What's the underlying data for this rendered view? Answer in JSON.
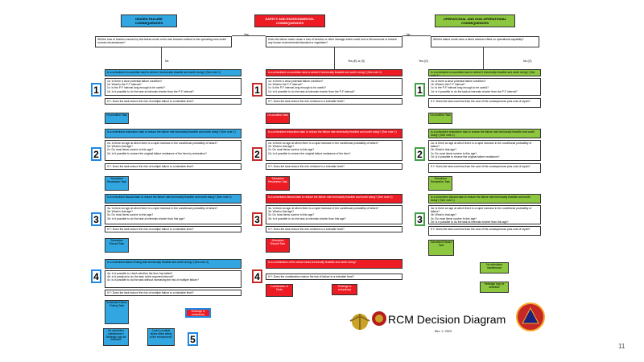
{
  "columns": {
    "blue": {
      "header": "HIDDEN FAILURE\nCONSEQUENCES",
      "question": "Will the loss of function caused by this failure mode on its own become evident to the operating crew under normal circumstances?",
      "q1": "Is a scheduled on-condition task to detect it technically feasible and worth doing? (See note 1)",
      "q1_detail": "1a: Is there a clear potential failure condition?\n1b: What is the P-F interval?\n1c: Is the P-F interval long enough to be useful?\n1d: Is it possible to do the task at intervals shorter than the P-F interval?",
      "q1_cost": "If Y: Does the task reduce the risk of multiple failure to a tolerable level?",
      "task1": "On-condition Task",
      "q2": "Is a scheduled restoration task to reduce the failure rate technically feasible and worth doing? (See note 1)",
      "q2_detail": "2a: Is there an age at which there is a rapid increase in the conditional probability of failure?\n2b: What is that age?\n2c: Do most items survive to this age?\n2d: Is it possible to restore the original failure resistance of the item by restoration?",
      "q2_cost": "If Y: Does the task reduce the risk of multiple failure to a tolerable level?",
      "task2": "Scheduled Restoration Task",
      "q3": "Is a scheduled discard task to reduce the failure rate technically feasible and worth doing? (See note 1)",
      "q3_detail": "3a: Is there an age at which there is a rapid increase in the conditional probability of failure?\n3b: What is that age?\n3c: Do most items survive to this age?\n3d: Is it possible to do the task at intervals shorter than this age?",
      "q3_cost": "If Y: Does the task reduce the risk of multiple failure to a tolerable level?",
      "task3": "Scheduled Discard Task",
      "q4": "Is a scheduled failure finding task technically feasible and worth doing? (See note 2)",
      "q4_detail": "4a: Is it possible to check whether the item has failed?\n4b: Is it practical to do the task at the required interval?\n4c: Is it possible to do the task without increasing the risk of multiple failure?",
      "q4_cost": "If Y: Does the task reduce the risk of multiple failure to a tolerable level?",
      "task4": "Scheduled Failure Finding Task",
      "redesign": "Redesign is compulsory",
      "no_sched": "No scheduled maintenance / Redesign may be desirable",
      "combination": "Could a multiple failure affect safety or the environment?"
    },
    "red": {
      "header": "SAFETY AND ENVIRONMENTAL\nCONSEQUENCES",
      "question": "Does the failure mode cause a loss of function or other damage which could hurt or kill someone or breach any known environmental standard or regulation?",
      "q1": "Is a scheduled on-condition task to detect it technically feasible and worth doing? (See note 1)",
      "q1_detail": "1a: Is there a clear potential failure condition?\n1b: What is the P-F interval?\n1c: Is the P-F interval long enough to be useful?\n1d: Is it possible to do the task at intervals shorter than the P-F interval?",
      "q1_cost": "If Y: Does the task reduce the risk of failure to a tolerable level?",
      "task1": "On-condition Task",
      "q2": "Is a scheduled restoration task to reduce the failure rate technically feasible and worth doing? (See note 1)",
      "q2_detail": "2a: Is there an age at which there is a rapid increase in the conditional probability of failure?\n2b: What is that age?\n2c: Do most items survive to this age?\n2d: Is it possible to restore the original failure resistance of the item?",
      "q2_cost": "If Y: Does the task reduce the risk of failure to a tolerable level?",
      "task2": "Scheduled Restoration Task",
      "q3": "Is a scheduled discard task to reduce the failure rate technically feasible and worth doing? (See note 1)",
      "q3_detail": "3a: Is there an age at which there is a rapid increase in the conditional probability of failure?\n3b: What is that age?\n3c: Do most items survive to this age?\n3d: Is it possible to do the task at intervals shorter than this age?",
      "q3_cost": "If Y: Does the task reduce the risk of failure to a tolerable level?",
      "task3": "Scheduled Discard Task",
      "q4": "Is a combination of the above tasks technically feasible and worth doing?",
      "q4_cost": "If Y: Does the combination reduce the risk of failure to a tolerable level?",
      "task4": "Combination of Tasks",
      "redesign": "Redesign is compulsory"
    },
    "green": {
      "header": "OPERATIONAL AND NON-OPERATIONAL\nCONSEQUENCES",
      "question": "Will the failure mode have a direct adverse effect on operational capability?",
      "q1": "Is a scheduled on-condition task to detect it technically feasible and worth doing? (See note 1)",
      "q1_detail": "1a: Is there a clear potential failure condition?\n1b: What is the P-F interval?\n1c: Is the P-F interval long enough to be useful?\n1d: Is it possible to do the task at intervals shorter than the P-F interval?",
      "q1_cost": "If Y: Does the task cost less than the cost of the consequences plus cost of repair?",
      "task1": "On-condition Task",
      "q2": "Is a scheduled restoration task to reduce the failure rate technically feasible and worth doing? (See note 1)",
      "q2_detail": "2a: Is there an age at which there is a rapid increase in the conditional probability of failure?\n2b: What is that age?\n2c: Do most items survive to this age?\n2d: Is it possible to restore the original failure resistance?",
      "q2_cost": "If Y: Does the task cost less than the cost of the consequences plus cost of repair?",
      "task2": "Scheduled Restoration Task",
      "q3": "Is a scheduled discard task to reduce the failure rate technically feasible and worth doing? (See note 1)",
      "q3_detail": "3a: Is there an age at which there is a rapid increase in the conditional probability of failure?\n3b: What is that age?\n3c: Do most items survive to this age?\n3d: Is it possible to do the task at intervals shorter than this age?",
      "q3_cost": "If Y: Does the task cost less than the cost of the consequences plus cost of repair?",
      "task3": "Scheduled Discard Task",
      "no_sched": "No scheduled maintenance",
      "redesign": "Redesign may be desirable"
    }
  },
  "labels": {
    "yes": "Yes",
    "no": "No",
    "yes_e": "Yes (E) or (S)",
    "no_o": "No (O)",
    "yes_o": "Yes (O)"
  },
  "numbers": [
    "1",
    "2",
    "3",
    "4",
    "5"
  ],
  "footer": {
    "title": "RCM Decision Diagram",
    "note": "Rev: 1 / 2023",
    "page": "11"
  },
  "colors": {
    "blue": "#31a6e0",
    "red": "#ed1c24",
    "green": "#8dc63f"
  }
}
